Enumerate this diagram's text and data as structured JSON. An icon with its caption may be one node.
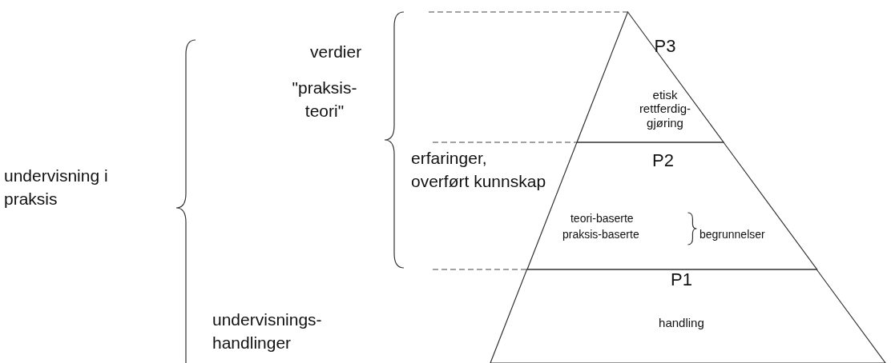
{
  "diagram": {
    "nodes": [
      {
        "text": [
          "P3",
          "etisk rettferdig- gjøring"
        ]
      },
      {
        "text": [
          "P2",
          "teori-baserte",
          "praksis-baserte",
          "begrunnelser"
        ]
      },
      {
        "text": [
          "P1",
          "handling"
        ]
      }
    ],
    "labels": [
      "undervisning i praksis",
      "\"praksis- teori\"",
      "verdier",
      "erfaringer, overført kunnskap",
      "undervisnings- handlinger"
    ]
  }
}
